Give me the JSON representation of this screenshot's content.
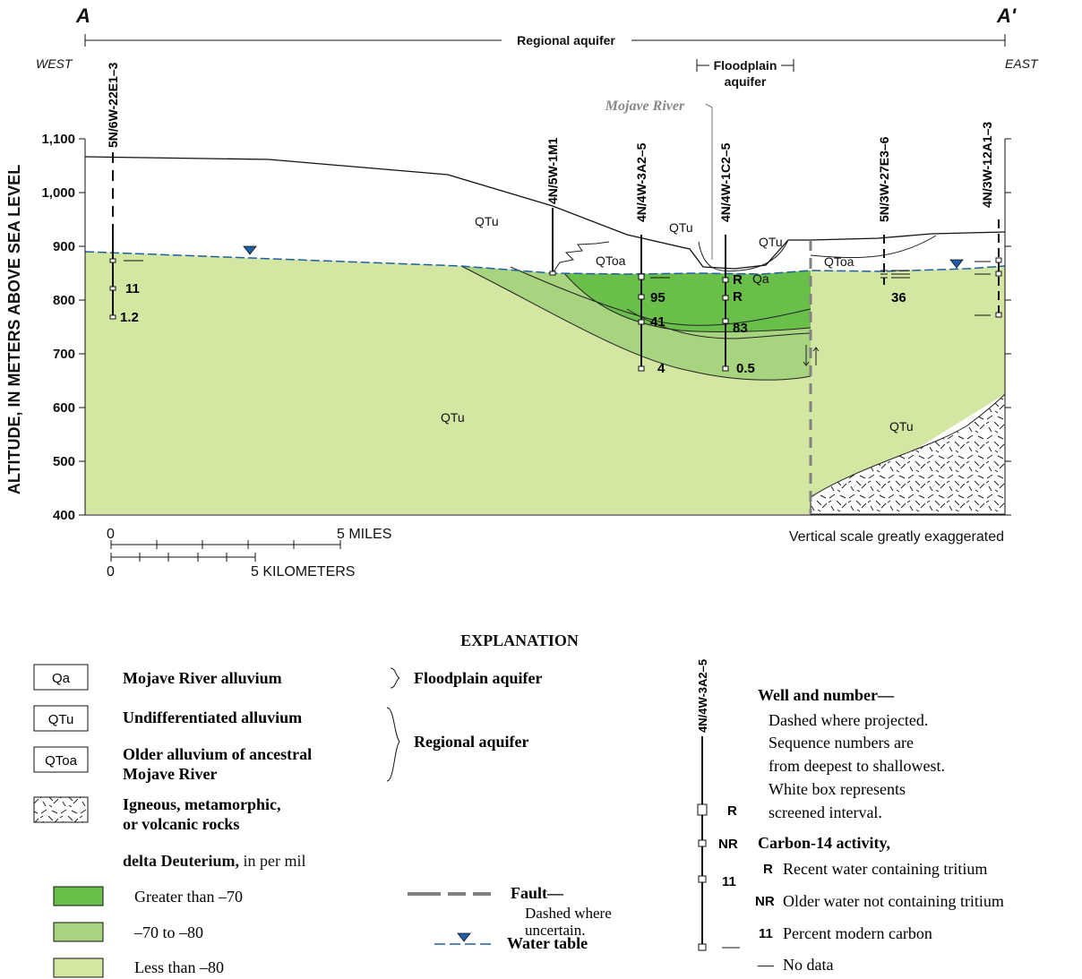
{
  "section": {
    "end_left": "A",
    "end_right": "A'",
    "dir_left": "WEST",
    "dir_right": "EAST",
    "regional_aquifer": "Regional aquifer",
    "floodplain_line1": "Floodplain",
    "floodplain_line2": "aquifer",
    "river": "Mojave River",
    "ylabel": "ALTITUDE, IN METERS ABOVE SEA LEVEL",
    "y_ticks": [
      "1,100",
      "1,000",
      "900",
      "800",
      "700",
      "600",
      "500",
      "400"
    ],
    "scale_miles_zero": "0",
    "scale_miles_label": "5 MILES",
    "scale_km_zero": "0",
    "scale_km_label": "5 KILOMETERS",
    "vertical_note": "Vertical scale greatly exaggerated"
  },
  "units": {
    "qtu": "QTu",
    "qtoa": "QToa",
    "qa": "Qa"
  },
  "wells": [
    {
      "name": "5N/6W-22E1–3",
      "values": [
        "11",
        "1.2"
      ]
    },
    {
      "name": "4N/5W-1M1",
      "values": []
    },
    {
      "name": "4N/4W-3A2–5",
      "values": [
        "95",
        "41",
        "4"
      ]
    },
    {
      "name": "4N/4W-1C2–5",
      "values": [
        "R",
        "R",
        "83",
        "0.5"
      ]
    },
    {
      "name": "5N/3W-27E3–6",
      "values": [
        "36"
      ]
    },
    {
      "name": "4N/3W-12A1–3",
      "values": []
    }
  ],
  "explanation": {
    "title": "EXPLANATION",
    "qa_box": "Qa",
    "qa_label": "Mojave River alluvium",
    "floodplain": "Floodplain aquifer",
    "qtu_box": "QTu",
    "qtu_label": "Undifferentiated alluvium",
    "qtoa_box": "QToa",
    "qtoa_label1": "Older alluvium of ancestral",
    "qtoa_label2": "Mojave River",
    "regional": "Regional aquifer",
    "rock_label1": "Igneous, metamorphic,",
    "rock_label2": "or volcanic rocks",
    "deut_bold": "delta Deuterium,",
    "deut_rest": " in per mil",
    "deut_1": "Greater than –70",
    "deut_2": "–70 to –80",
    "deut_3": "Less than –80",
    "fault_title": "Fault—",
    "fault_desc1": "Dashed where",
    "fault_desc2": "uncertain.",
    "water_table": "Water table",
    "well_example": "4N/4W-3A2–5",
    "well_codes": [
      "R",
      "NR",
      "11"
    ],
    "well_title": "Well and number—",
    "well_desc": [
      "Dashed where projected.",
      "Sequence numbers are",
      "from deepest to shallowest.",
      "White box represents",
      "screened interval."
    ],
    "c14_title": "Carbon-14 activity,",
    "c14_items": [
      {
        "code": "R",
        "text": "Recent water containing tritium"
      },
      {
        "code": "NR",
        "text": "Older water not containing tritium"
      },
      {
        "code": "11",
        "text": "Percent modern carbon"
      },
      {
        "code": "—",
        "text": "No data"
      }
    ]
  },
  "colors": {
    "deut_high": "#6abf4b",
    "deut_mid": "#a9d47f",
    "deut_low": "#d3e6a2",
    "fault": "#808080",
    "water_table": "#1f5fa8"
  }
}
